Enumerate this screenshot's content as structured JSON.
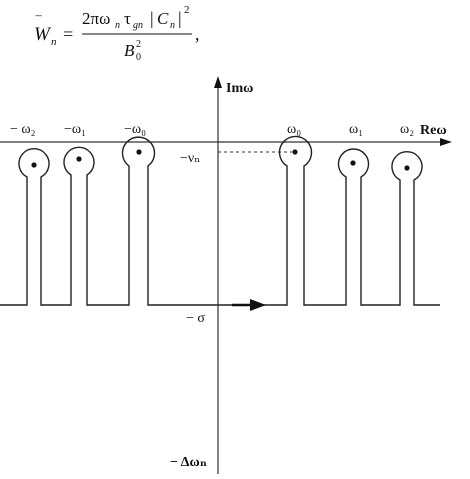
{
  "formula": {
    "lhs_base": "W",
    "lhs_bar": "‾",
    "lhs_sub": "n",
    "equals": "=",
    "num_part1": "2πω",
    "num_sub_n": "n",
    "num_part2": "τ",
    "num_sub_gn": "gn",
    "num_abs_open": "|",
    "num_C": "C",
    "num_sub_n2": "n",
    "num_abs_close": "|",
    "num_sup": "2",
    "den_base": "B",
    "den_sub": "0",
    "den_sup": "2",
    "trailing_comma": ","
  },
  "axes": {
    "imag_label": "Imω",
    "real_label": "Reω"
  },
  "left_labels": [
    "− ω₂",
    "−ω₁",
    "−ω₀"
  ],
  "right_labels": [
    "ω₀",
    "ω₁",
    "ω₂"
  ],
  "levels": {
    "nu": "−νₙ",
    "sigma": "− σ",
    "delta": "− Δωₙ"
  }
}
